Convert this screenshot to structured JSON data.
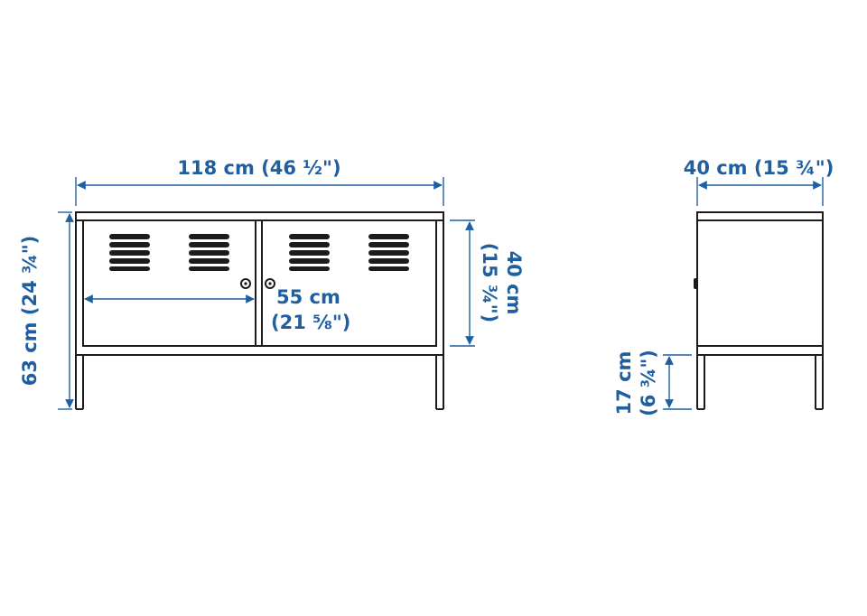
{
  "dimensions": {
    "overall_width": "118 cm (46 ½\")",
    "overall_height": "63 cm (24 ¾\")",
    "cabinet_height_line1": "40 cm",
    "cabinet_height_line2": "(15 ¾\")",
    "door_width_line1": "55 cm",
    "door_width_line2": "(21 ⅝\")",
    "depth": "40 cm (15 ¾\")",
    "leg_height_line1": "17 cm",
    "leg_height_line2": "(6 ¾\")"
  },
  "colors": {
    "dimension": "#1f5fa0",
    "outline": "#1c1c1c"
  }
}
